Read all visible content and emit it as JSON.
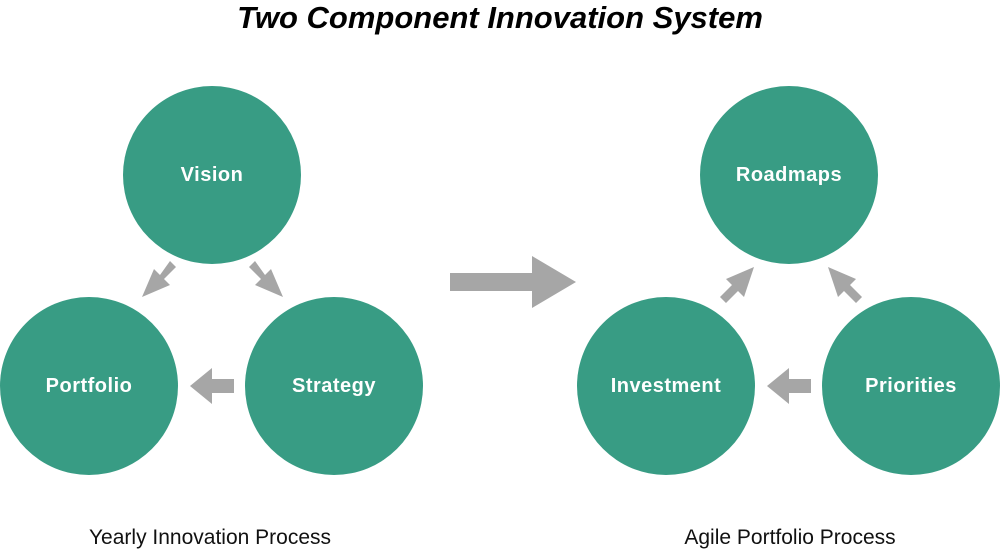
{
  "title": "Two Component Innovation System",
  "colors": {
    "node": "#389c84",
    "arrow": "#a6a6a6"
  },
  "left_cycle": {
    "caption": "Yearly Innovation Process",
    "nodes": {
      "top": "Vision",
      "bottom_left": "Portfolio",
      "bottom_right": "Strategy"
    }
  },
  "right_cycle": {
    "caption": "Agile Portfolio Process",
    "nodes": {
      "top": "Roadmaps",
      "bottom_left": "Investment",
      "bottom_right": "Priorities"
    }
  }
}
